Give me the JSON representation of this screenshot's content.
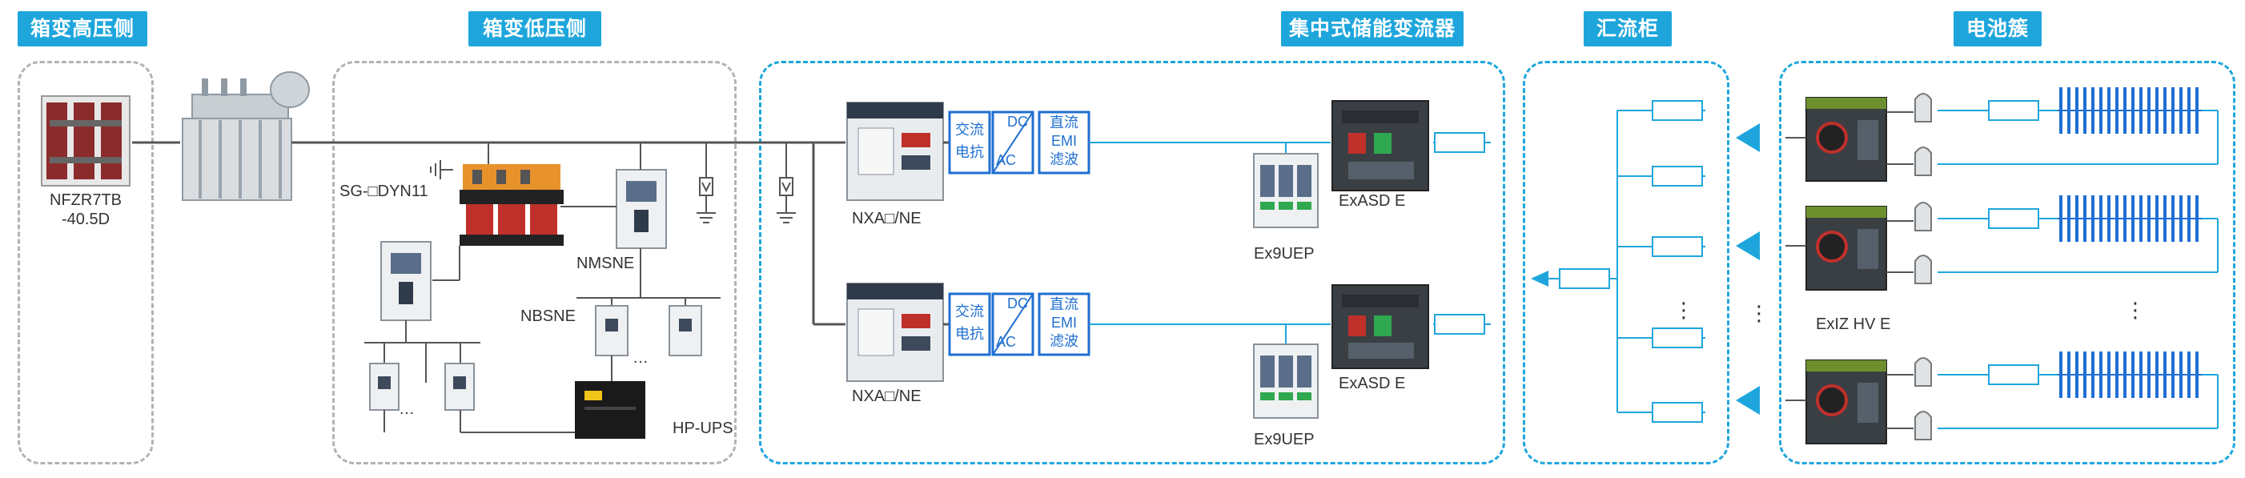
{
  "sections": {
    "hv_side": "箱变高压侧",
    "lv_side": "箱变低压侧",
    "pcs": "集中式储能变流器",
    "combiner": "汇流柜",
    "battery": "电池簇"
  },
  "labels": {
    "hv_switch_line1": "NFZR7TB",
    "hv_switch_line2": "-40.5D",
    "aux_transformer": "SG-□DYN11",
    "nm_breaker": "NMSNE",
    "nb_breaker": "NBSNE",
    "ups": "HP-UPS",
    "acb_top": "NXA□/NE",
    "acb_bottom": "NXA□/NE",
    "dc_breaker_top": "ExASD E",
    "dc_breaker_bottom": "ExASD E",
    "spd_top": "Ex9UEP",
    "spd_bottom": "Ex9UEP",
    "battery_switch": "ExIZ HV E",
    "ellipsis": "…",
    "vertical_ellipsis": "⋮"
  },
  "inverter": {
    "ac_filter_line1": "交流",
    "ac_filter_line2": "电抗",
    "dc_label": "DC",
    "ac_label": "AC",
    "emi_line1": "直流",
    "emi_line2": "EMI",
    "emi_line3": "滤波"
  },
  "colors": {
    "accent": "#1ea6dc",
    "line": "#555555",
    "blue_line": "#1ea6dc",
    "label": "#333333"
  }
}
